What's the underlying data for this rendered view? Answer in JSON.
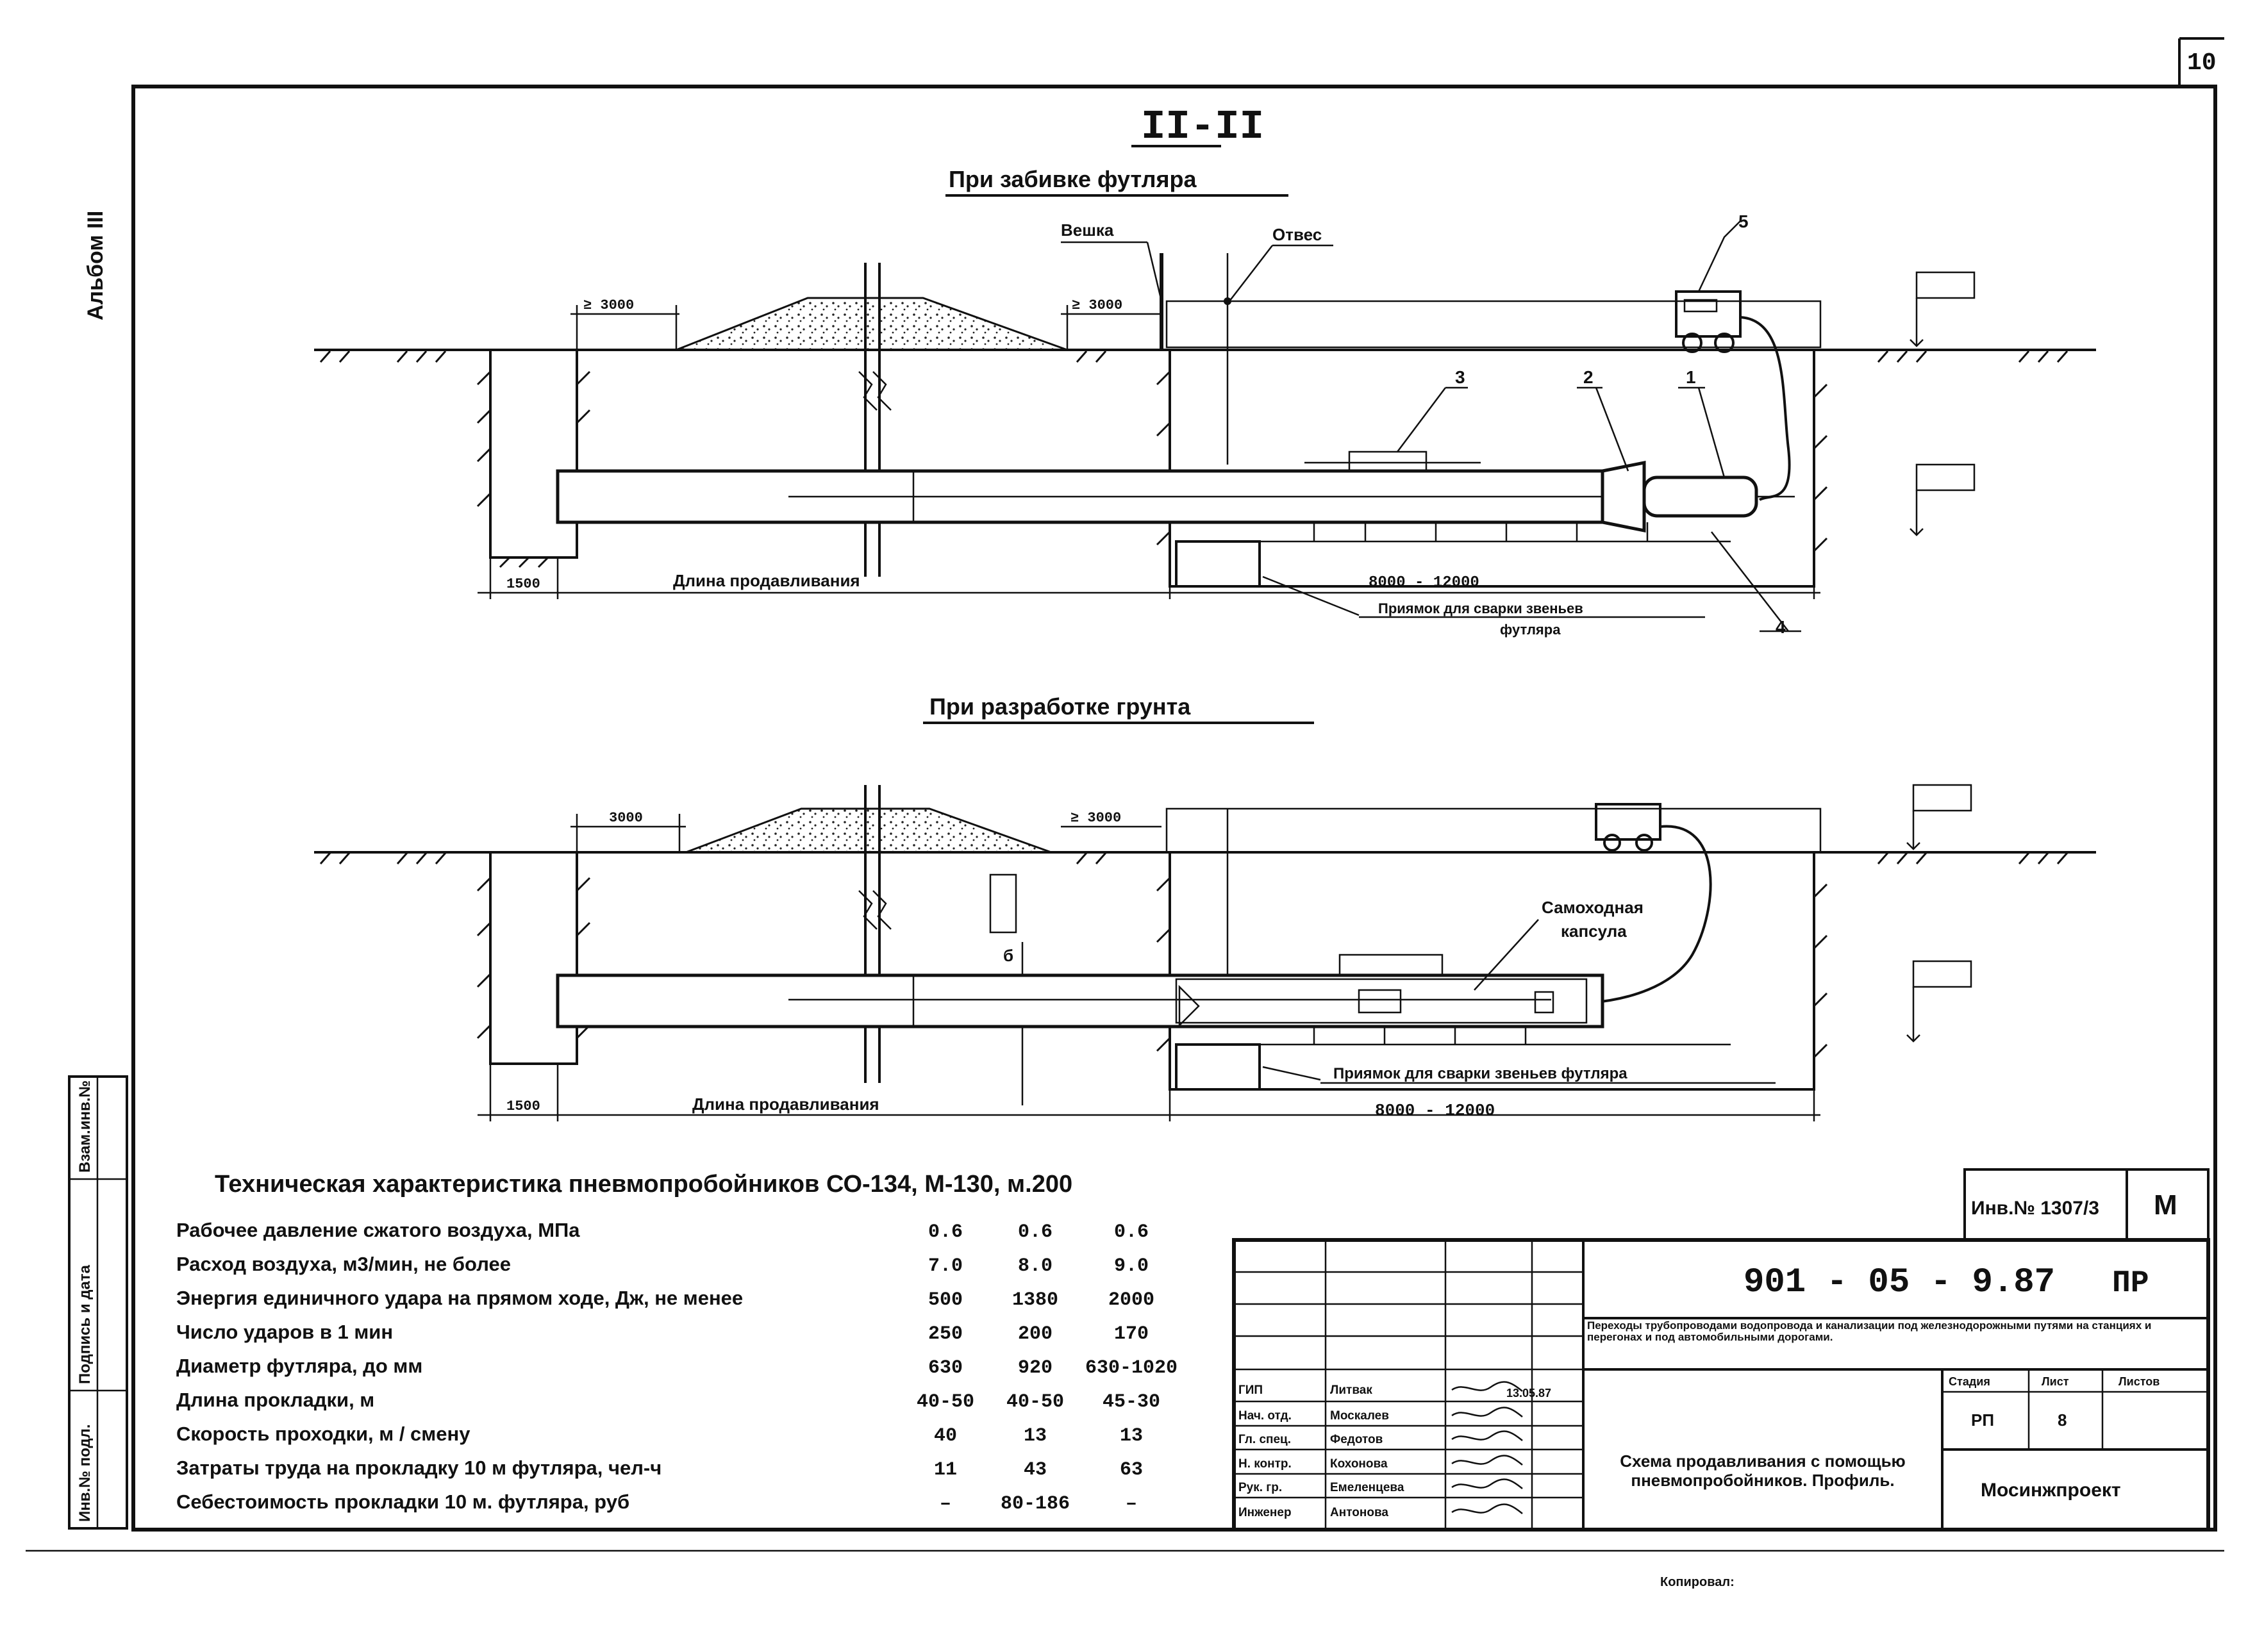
{
  "sheet": {
    "number": "10",
    "album": "Альбом III"
  },
  "section": {
    "title": "II-II",
    "top_subtitle": "При забивке футляра",
    "bottom_subtitle": "При разработке грунта"
  },
  "top_view": {
    "label_veshka": "Вешка",
    "label_otves": "Отвес",
    "dim_left": "≥ 3000",
    "dim_right": "≥ 3000",
    "dim_1500": "1500",
    "length_label": "Длина продавливания",
    "range": "8000 - 12000",
    "pit_label_1": "Приямок для сварки звеньев",
    "pit_label_2": "футляра",
    "callout_1": "1",
    "callout_2": "2",
    "callout_3": "3",
    "callout_4": "4",
    "callout_5": "5"
  },
  "bottom_view": {
    "dim_left": "3000",
    "dim_right": "≥ 3000",
    "dim_1500": "1500",
    "length_label": "Длина продавливания",
    "range": "8000 - 12000",
    "capsule_label_1": "Самоходная",
    "capsule_label_2": "капсула",
    "pit_label": "Приямок для сварки звеньев футляра",
    "mark_b": "б"
  },
  "specs": {
    "title": "Техническая характеристика пневмопробойников СО-134, М-130, м.200",
    "rows": [
      {
        "label": "Рабочее давление сжатого воздуха, МПа",
        "v1": "0.6",
        "v2": "0.6",
        "v3": "0.6"
      },
      {
        "label": "Расход воздуха, м3/мин, не более",
        "v1": "7.0",
        "v2": "8.0",
        "v3": "9.0"
      },
      {
        "label": "Энергия единичного удара на прямом ходе, Дж, не менее",
        "v1": "500",
        "v2": "1380",
        "v3": "2000"
      },
      {
        "label": "Число ударов в 1 мин",
        "v1": "250",
        "v2": "200",
        "v3": "170"
      },
      {
        "label": "Диаметр футляра, до мм",
        "v1": "630",
        "v2": "920",
        "v3": "630-1020"
      },
      {
        "label": "Длина прокладки, м",
        "v1": "40-50",
        "v2": "40-50",
        "v3": "45-30"
      },
      {
        "label": "Скорость проходки, м / смену",
        "v1": "40",
        "v2": "13",
        "v3": "13"
      },
      {
        "label": "Затраты труда на прокладку 10 м футляра, чел-ч",
        "v1": "11",
        "v2": "43",
        "v3": "63"
      },
      {
        "label": "Себестоимость прокладки 10 м. футляра, руб",
        "v1": "–",
        "v2": "80-186",
        "v3": "–"
      }
    ]
  },
  "sidebar": {
    "cell1": "Инв.№ подл.",
    "cell2": "Подпись и дата",
    "cell3": "Взам.инв.№"
  },
  "title_block": {
    "inv": "Инв.№ 1307/3",
    "inv_letter": "М",
    "code": "901 - 05 - 9.87",
    "code_suffix": "ПР",
    "description": "Переходы трубопроводами водопровода и канализации под железнодорожными путями на станциях и перегонах и под автомобильными дорогами.",
    "sheet_title": "Схема продавливания с помощью пневмопробойников. Профиль.",
    "stage_header": "Стадия",
    "sheet_header": "Лист",
    "sheets_header": "Листов",
    "stage": "РП",
    "sheet": "8",
    "org": "Мосинжпроект",
    "roles": [
      {
        "role": "ГИП",
        "name": "Литвак"
      },
      {
        "role": "Нач. отд.",
        "name": "Москалев"
      },
      {
        "role": "Гл. спец.",
        "name": "Федотов"
      },
      {
        "role": "Н. контр.",
        "name": "Кохонова"
      },
      {
        "role": "Рук. гр.",
        "name": "Емеленцева"
      },
      {
        "role": "Инженер",
        "name": "Антонова"
      }
    ],
    "sign_date": "13.05.87",
    "copied": "Копировал:"
  }
}
